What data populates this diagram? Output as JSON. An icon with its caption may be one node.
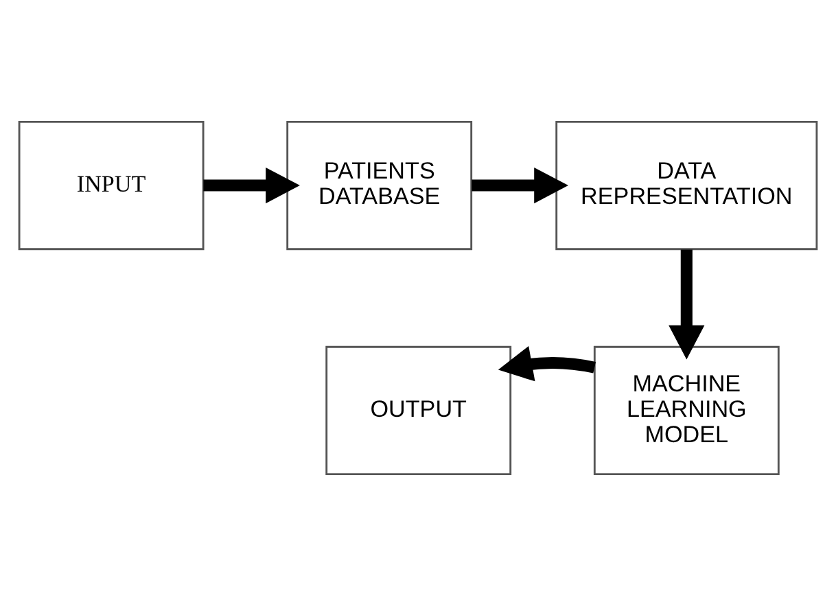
{
  "diagram": {
    "nodes": [
      {
        "text": [
          "INPUT"
        ]
      },
      {
        "text": [
          "PATIENTS DATABASE"
        ]
      },
      {
        "text": [
          "DATA REPRESENTATION"
        ]
      },
      {
        "text": [
          "MACHINE LEARNING MODEL"
        ]
      },
      {
        "text": [
          "OUTPUT"
        ]
      }
    ],
    "edges": [
      {
        "from": 0,
        "to": 1,
        "arrow": "to"
      },
      {
        "from": 1,
        "to": 2,
        "arrow": "to"
      },
      {
        "from": 2,
        "to": 3,
        "arrow": "to"
      },
      {
        "from": 3,
        "to": 4,
        "arrow": "to"
      }
    ]
  }
}
